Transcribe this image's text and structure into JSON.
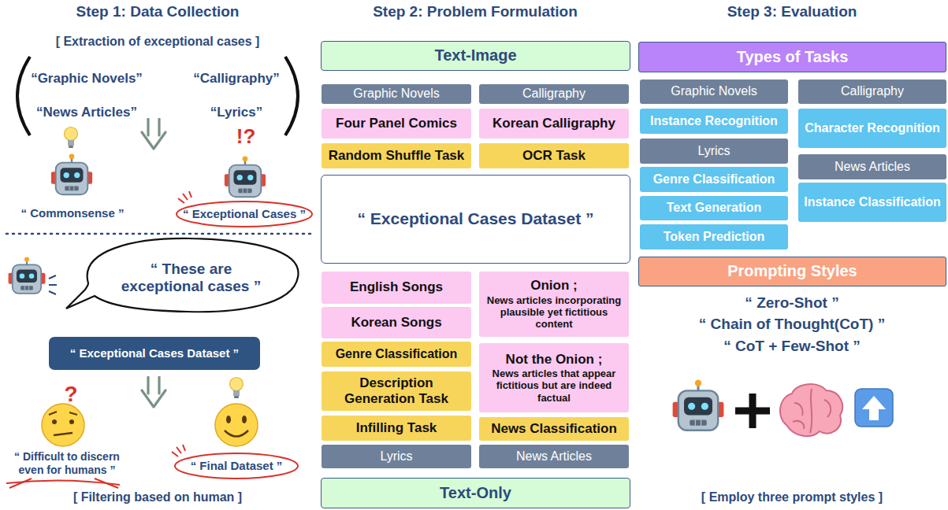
{
  "diagram": {
    "nodes": [
      {
        "text": [
          "“ These are exceptional cases ”"
        ]
      },
      {
        "text": [
          "“ Exceptional Cases Dataset ”"
        ]
      },
      {
        "text": [
          "Text-Image"
        ]
      },
      {
        "text": [
          "Graphic Novels"
        ]
      },
      {
        "text": [
          "Calligraphy"
        ]
      },
      {
        "text": [
          "Four Panel Comics"
        ]
      },
      {
        "text": [
          "Korean Calligraphy"
        ]
      },
      {
        "text": [
          "Random Shuffle Task"
        ]
      },
      {
        "text": [
          "OCR Task"
        ]
      },
      {
        "text": [
          "“ Exceptional Cases Dataset ”"
        ]
      },
      {
        "text": [
          "English Songs"
        ]
      },
      {
        "text": [
          "Onion ;",
          "News articles incorporating plausible yet fictitious content"
        ]
      },
      {
        "text": [
          "Korean Songs"
        ]
      },
      {
        "text": [
          "Not the Onion ;",
          "News articles that appear fictitious but are indeed factual"
        ]
      },
      {
        "text": [
          "Genre Classification"
        ]
      },
      {
        "text": [
          "Description Generation Task"
        ]
      },
      {
        "text": [
          "Infilling Task"
        ]
      },
      {
        "text": [
          "News Classification"
        ]
      },
      {
        "text": [
          "Lyrics"
        ]
      },
      {
        "text": [
          "News Articles"
        ]
      },
      {
        "text": [
          "Text-Only"
        ]
      },
      {
        "text": [
          "Types of Tasks"
        ]
      },
      {
        "text": [
          "Graphic Novels"
        ]
      },
      {
        "text": [
          "Calligraphy"
        ]
      },
      {
        "text": [
          "Instance Recognition"
        ]
      },
      {
        "text": [
          "Character Recognition"
        ]
      },
      {
        "text": [
          "Lyrics"
        ]
      },
      {
        "text": [
          "News Articles"
        ]
      },
      {
        "text": [
          "Genre Classification"
        ]
      },
      {
        "text": [
          "Instance Classification"
        ]
      },
      {
        "text": [
          "Text Generation"
        ]
      },
      {
        "text": [
          "Token Prediction"
        ]
      },
      {
        "text": [
          "Prompting Styles"
        ]
      }
    ],
    "labels": [
      "Step 1: Data Collection",
      "[ Extraction of exceptional cases ]",
      "“Graphic Novels”",
      "“Calligraphy”",
      "“News Articles”",
      "“Lyrics”",
      "!?",
      "“ Commonsense ”",
      "“ Exceptional Cases ”",
      "?",
      "“ Difficult to discern even for humans ”",
      "“ Final Dataset ”",
      "[ Filtering based on human ]",
      "Step 2: Problem Formulation",
      "Step 3: Evaluation",
      "“ Zero-Shot ”",
      "“ Chain of Thought(CoT) ”",
      "“ CoT + Few-Shot ”",
      "[ Employ three prompt styles ]"
    ]
  }
}
